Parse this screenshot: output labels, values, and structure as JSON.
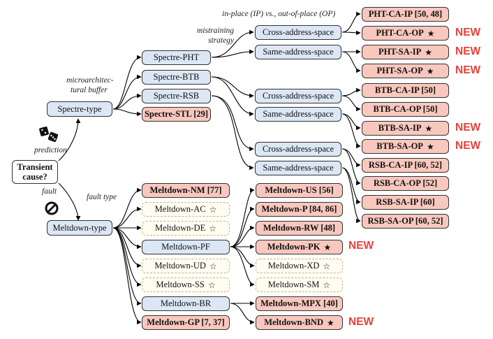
{
  "labels": {
    "ipop": "in-place (IP) vs., out-of-place (OP)",
    "mistraining_1": "mistraining",
    "mistraining_2": "strategy",
    "microarch_1": "microarchitec-",
    "microarch_2": "tural buffer",
    "prediction": "prediction",
    "fault": "fault",
    "fault_type": "fault type"
  },
  "root": {
    "line1": "Transient",
    "line2": "cause?"
  },
  "top": {
    "spectre": "Spectre-type",
    "meltdown": "Meltdown-type"
  },
  "spectre_children": {
    "pht": "Spectre-PHT",
    "btb": "Spectre-BTB",
    "rsb": "Spectre-RSB",
    "stl": "Spectre-STL [29]"
  },
  "strategies": {
    "pht_ca": "Cross-address-space",
    "pht_sa": "Same-address-space",
    "btb_ca": "Cross-address-space",
    "btb_sa": "Same-address-space",
    "rsb_ca": "Cross-address-space",
    "rsb_sa": "Same-address-space"
  },
  "spectre_leaves": {
    "pht_ca_ip": "PHT-CA-IP [50, 48]",
    "pht_ca_op": "PHT-CA-OP",
    "pht_sa_ip": "PHT-SA-IP",
    "pht_sa_op": "PHT-SA-OP",
    "btb_ca_ip": "BTB-CA-IP [50]",
    "btb_ca_op": "BTB-CA-OP [50]",
    "btb_sa_ip": "BTB-SA-IP",
    "btb_sa_op": "BTB-SA-OP",
    "rsb_ca_ip": "RSB-CA-IP [60, 52]",
    "rsb_ca_op": "RSB-CA-OP [52]",
    "rsb_sa_ip": "RSB-SA-IP [60]",
    "rsb_sa_op": "RSB-SA-OP [60, 52]"
  },
  "meltdown_children": {
    "nm": "Meltdown-NM [77]",
    "ac": "Meltdown-AC",
    "de": "Meltdown-DE",
    "pf": "Meltdown-PF",
    "ud": "Meltdown-UD",
    "ss": "Meltdown-SS",
    "br": "Meltdown-BR",
    "gp": "Meltdown-GP [7, 37]"
  },
  "meltdown_leaves": {
    "us": "Meltdown-US [56]",
    "p": "Meltdown-P [84, 86]",
    "rw": "Meltdown-RW [48]",
    "pk": "Meltdown-PK",
    "xd": "Meltdown-XD",
    "sm": "Meltdown-SM",
    "mpx": "Meltdown-MPX [40]",
    "bnd": "Meltdown-BND"
  },
  "new_badge": "NEW",
  "star_glyph_filled": "★",
  "star_glyph_empty": "☆",
  "colors": {
    "spectre_fill": "#dbe7f4",
    "demonstrated_fill": "#f8c8be",
    "unsuccessful_fill": "#fffdf2",
    "new_badge": "#e8413a"
  },
  "icons": [
    "dice-icon",
    "prohibited-icon"
  ]
}
